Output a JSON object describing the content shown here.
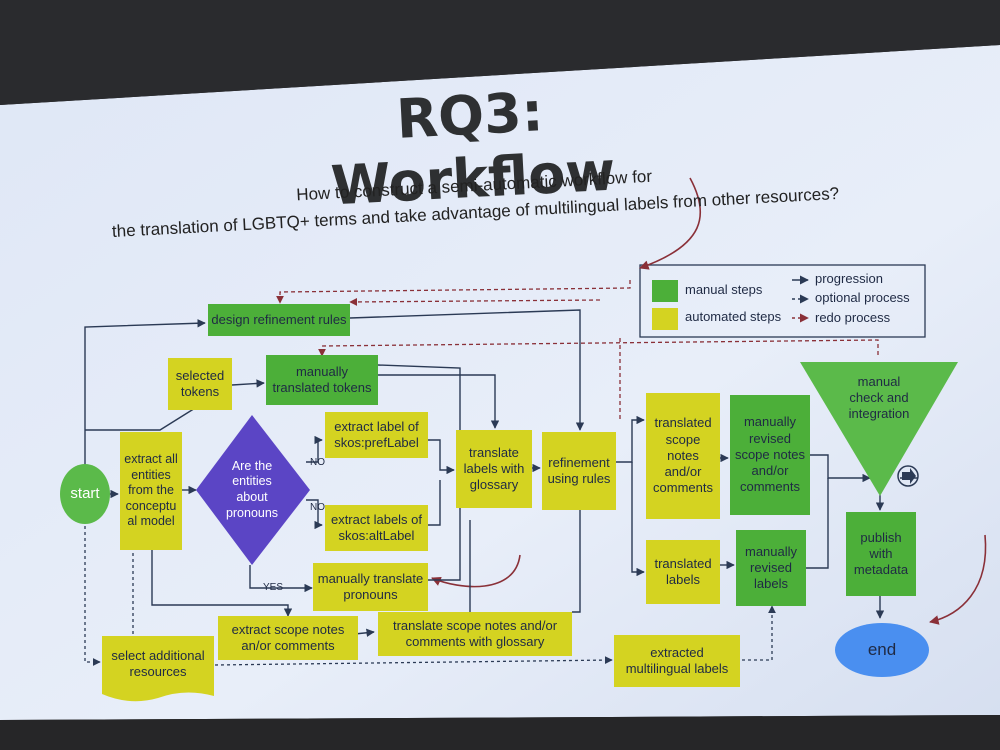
{
  "colors": {
    "manual": "#4caf39",
    "automated": "#d4d321",
    "decision": "#5b45c5",
    "start": "#5bba4a",
    "end": "#4a8ff0",
    "slide": "#e2eaf7",
    "line": "#2b3a55",
    "redo": "#8a3038"
  },
  "title": "RQ3: Workflow",
  "question": "How to construct a semi-automatic workflow for\nthe translation of LGBTQ+ terms and take advantage of multilingual labels from other resources?",
  "legend": {
    "manual_steps": "manual steps",
    "automated_steps": "automated steps",
    "progression": "progression",
    "optional_process": "optional process",
    "redo_process": "redo process"
  },
  "nodes": {
    "start": "start",
    "end": "end",
    "design_refinement_rules": "design refinement rules",
    "selected_tokens": "selected\ntokens",
    "manually_translated_tokens": "manually\ntranslated tokens",
    "extract_all_entities": "extract all\nentities\nfrom the\nconceptu\nal model",
    "pronoun_question": "Are the\nentities\nabout\npronouns",
    "extract_preflabel": "extract label of\nskos:prefLabel",
    "extract_altlabel": "extract labels of\nskos:altLabel",
    "translate_with_glossary": "translate\nlabels with\nglossary",
    "refinement_using_rules": "refinement\nusing rules",
    "manually_translate_pronouns": "manually translate\npronouns",
    "translated_scope_notes": "translated\nscope\nnotes\nand/or\ncomments",
    "manually_revised_scope_notes": "manually\nrevised\nscope notes\nand/or\ncomments",
    "manual_check": "manual\ncheck and\nintegration",
    "translated_labels": "translated\nlabels",
    "manually_revised_labels": "manually\nrevised\nlabels",
    "publish_with_metadata": "publish\nwith\nmetadata",
    "extract_scope_notes": "extract scope notes\nan/or comments",
    "translate_scope_notes": "translate scope notes and/or\ncomments with glossary",
    "select_additional_resources": "select additional\nresources",
    "extracted_multilingual_labels": "extracted\nmultilingual labels"
  },
  "edge_labels": {
    "no_top": "NO",
    "no_bottom": "NO",
    "yes": "YES"
  }
}
